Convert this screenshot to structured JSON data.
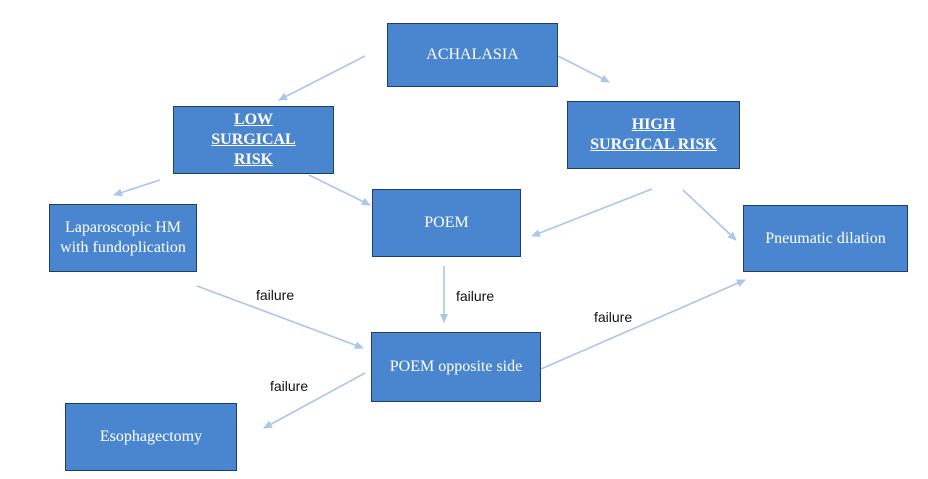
{
  "nodes": {
    "achalasia": "ACHALASIA",
    "low_risk": "LOW SURGICAL RISK",
    "high_risk": "HIGH SURGICAL RISK",
    "laparoscopic": "Laparoscopic HM with fundoplication",
    "poem": "POEM",
    "pneumatic": "Pneumatic dilation",
    "poem_opposite": "POEM opposite side",
    "esophagectomy": "Esophagectomy"
  },
  "edge_labels": {
    "lap_to_opposite": "failure",
    "poem_to_opposite": "failure",
    "opposite_to_pneumatic": "failure",
    "opposite_to_esophagectomy": "failure"
  },
  "colors": {
    "node_fill": "#4a86d0",
    "node_border": "#1f3f66",
    "arrow": "#a9c7e8"
  }
}
